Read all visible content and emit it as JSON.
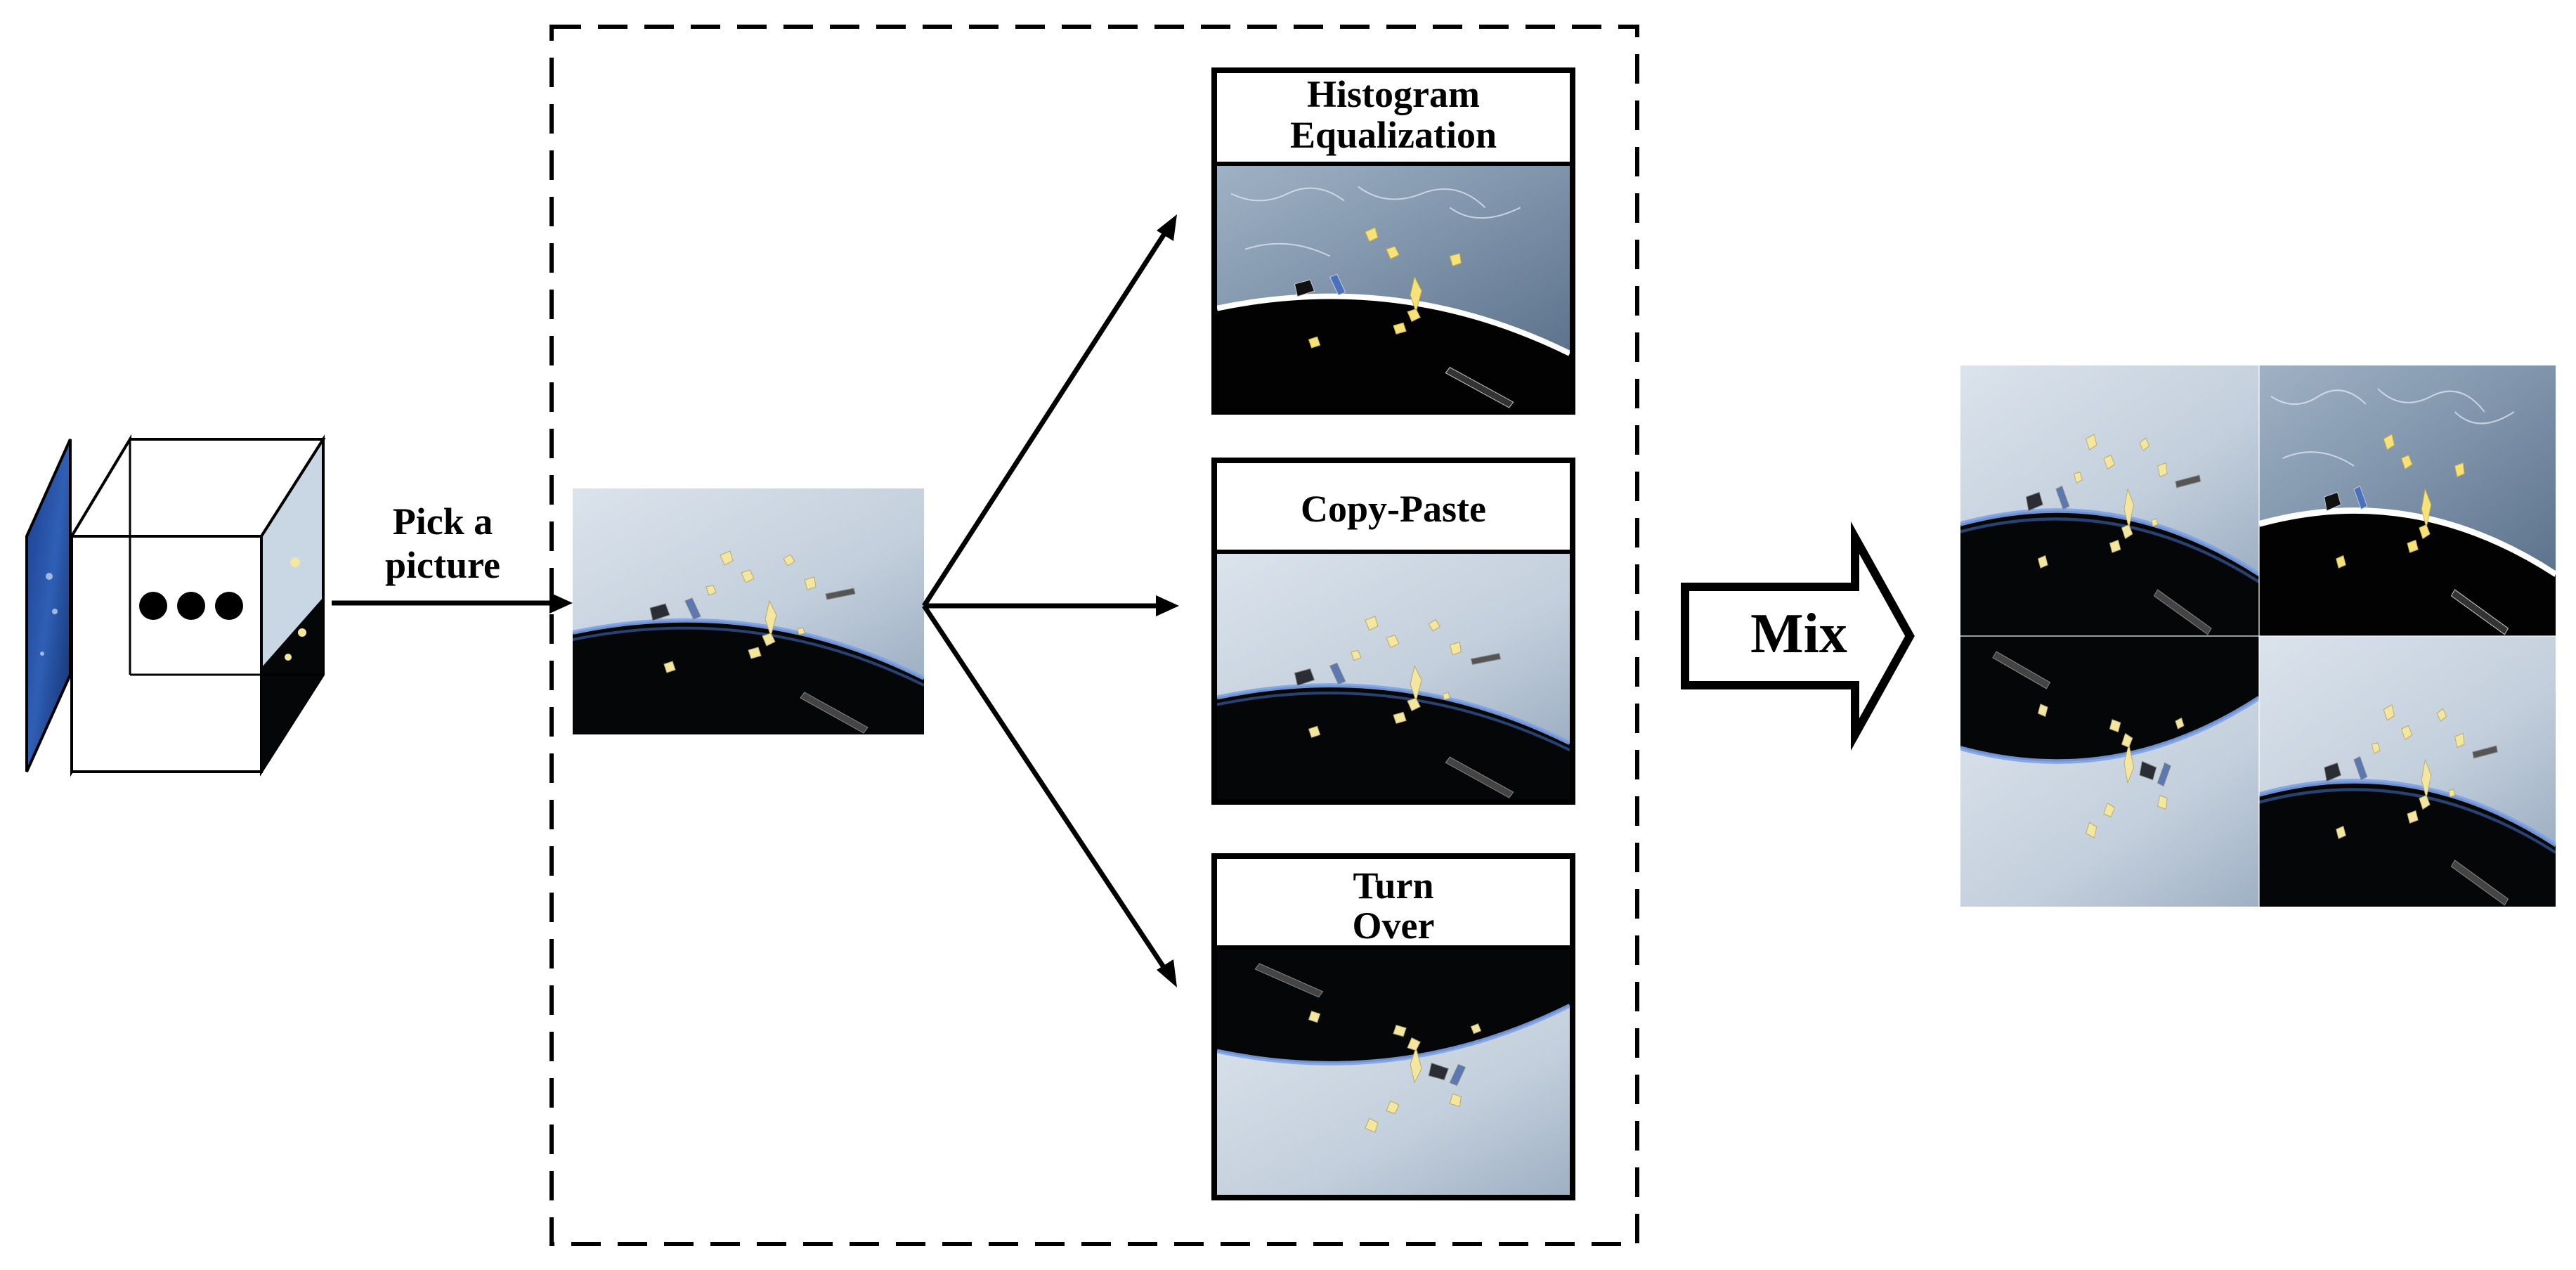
{
  "input": {
    "pick_label_line1": "Pick a",
    "pick_label_line2": "picture"
  },
  "augmentations": [
    {
      "title_line1": "Histogram",
      "title_line2": "Equalization"
    },
    {
      "title_line1": "Copy-Paste",
      "title_line2": ""
    },
    {
      "title_line1": "Turn",
      "title_line2": "Over"
    }
  ],
  "mix": {
    "label": "Mix"
  },
  "colors": {
    "earth_light": "#c7d3df",
    "earth_shadow": "#8ea0b6",
    "space": "#050608",
    "horizon": "#4a78c8",
    "debris": "#f3e6a0",
    "frame_blue": "#1d3f8a"
  }
}
